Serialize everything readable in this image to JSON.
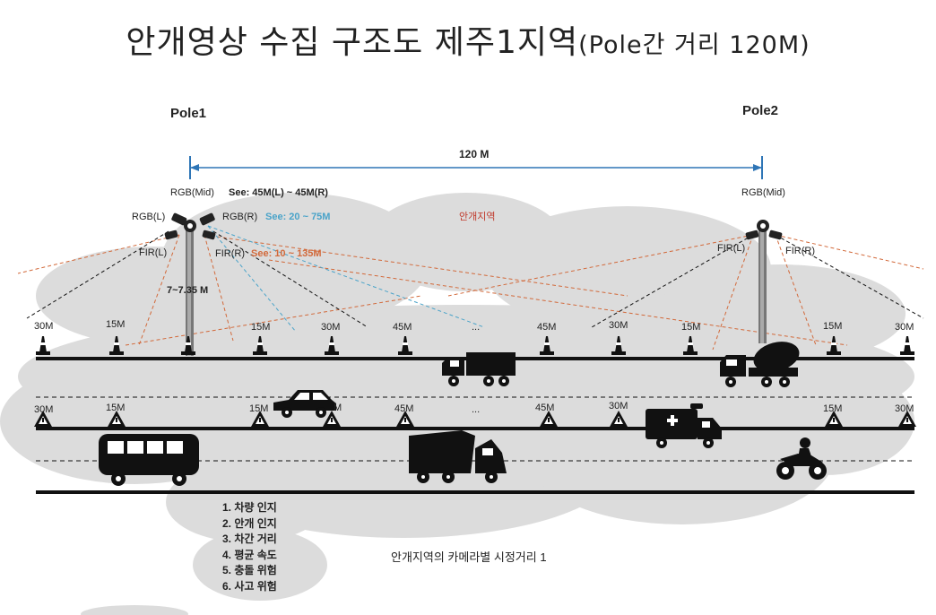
{
  "title": {
    "main": "안개영상 수집 구조도 제주1지역",
    "sub": "(Pole간 거리 120M)"
  },
  "poles": [
    {
      "name": "Pole1",
      "rgb_mid": "RGB(Mid)",
      "rgb_l": "RGB(L)",
      "rgb_r": "RGB(R)",
      "fir_l": "FIR(L)",
      "fir_r": "FIR(R)",
      "height": "7~7.35 M"
    },
    {
      "name": "Pole2",
      "rgb_mid": "RGB(Mid)",
      "fir_l": "FIR(L)",
      "fir_r": "FIR(R)"
    }
  ],
  "distance_label": "120 M",
  "see_ranges": {
    "rgb_mid": "See: 45M(L) ~ 45M(R)",
    "rgb_side": "See: 20 ~ 75M",
    "fir": "See: 10 ~ 135M"
  },
  "fog_zone_label": "안개지역",
  "row1_markers": [
    "30M",
    "15M",
    "15M",
    "30M",
    "45M",
    "...",
    "45M",
    "30M",
    "15M",
    "15M",
    "30M"
  ],
  "row2_markers": [
    "30M",
    "15M",
    "15M",
    "M",
    "45M",
    "...",
    "45M",
    "30M",
    "15M",
    "30M"
  ],
  "functions": [
    "1. 차량 인지",
    "2. 안개 인지",
    "3. 차간 거리",
    "4. 평균 속도",
    "5. 충돌 위험",
    "6. 사고 위험"
  ],
  "caption": "안개지역의 카메라별 시정거리 1",
  "colors": {
    "fog": "#dcdcdc",
    "road": "#111111",
    "measure_line": "#2e75b6",
    "fir_ray": "#d2693a",
    "rgb_ray": "#4aa3c9",
    "zone_text": "#c0392b"
  }
}
